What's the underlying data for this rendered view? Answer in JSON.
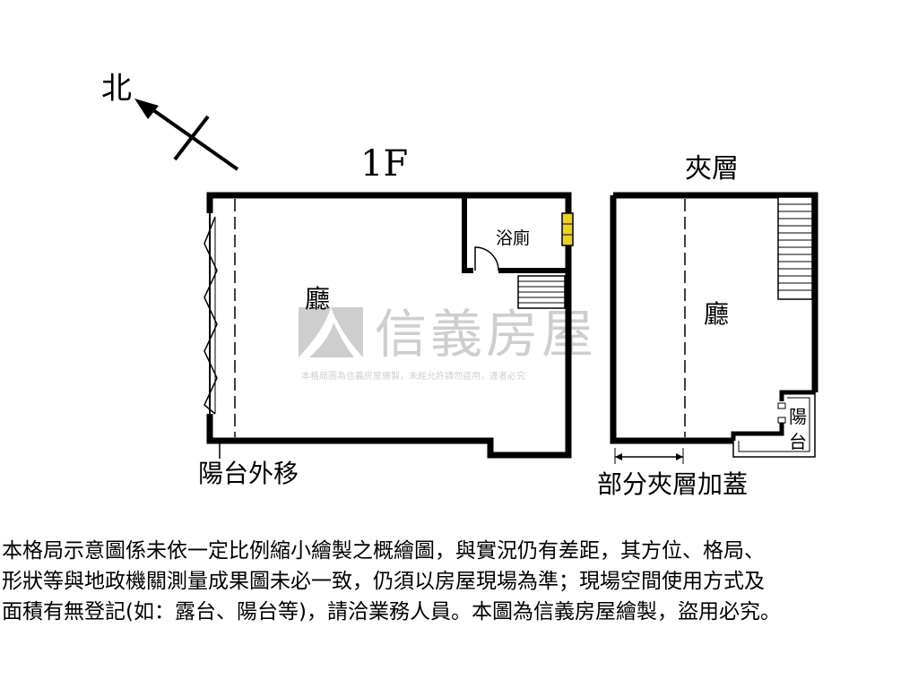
{
  "compass": {
    "label": "北"
  },
  "floor1": {
    "title": "1F",
    "living_room": "廳",
    "bathroom": "浴廁",
    "balcony_note": "陽台外移"
  },
  "mezzanine": {
    "title": "夾層",
    "living_room": "廳",
    "balcony": "陽台",
    "extension_note": "部分夾層加蓋"
  },
  "watermark": {
    "brand": "信義房屋",
    "notice": "本格局圖為信義房屋繪製，未經允許請勿盜用，違者必究"
  },
  "disclaimer": {
    "line1": "本格局示意圖係未依一定比例縮小繪製之概繪圖，與實況仍有差距，其方位、格局、",
    "line2": "形狀等與地政機關測量成果圖未必一致，仍須以房屋現場為準；現場空間使用方式及",
    "line3": "面積有無登記(如：露台、陽台等)，請洽業務人員。本圖為信義房屋繪製，盜用必究。"
  },
  "colors": {
    "wall": "#000000",
    "watermark": "#c9c9c9",
    "window": "#e8d12a"
  }
}
